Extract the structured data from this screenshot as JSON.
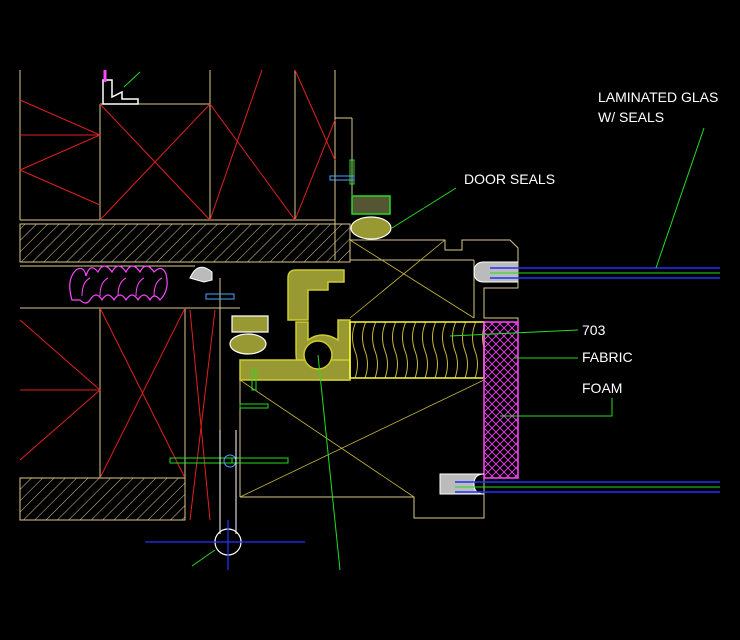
{
  "drawing": {
    "background": "#000000",
    "colors": {
      "outline": "#d9c98a",
      "framing_red": "#e02020",
      "leader_green": "#22dd22",
      "glass_blue": "#2233ff",
      "magenta": "#ff44ff",
      "profile_yellow": "#cccc33",
      "core_yellow": "#ffff33",
      "white": "#ffffff",
      "seal_olive": "#999933"
    }
  },
  "labels": {
    "laminated_glass_line1": "LAMINATED GLAS",
    "laminated_glass_line2": "W/ SEALS",
    "door_seals": "DOOR SEALS",
    "core_703": "703",
    "fabric": "FABRIC",
    "foam": "FOAM"
  }
}
